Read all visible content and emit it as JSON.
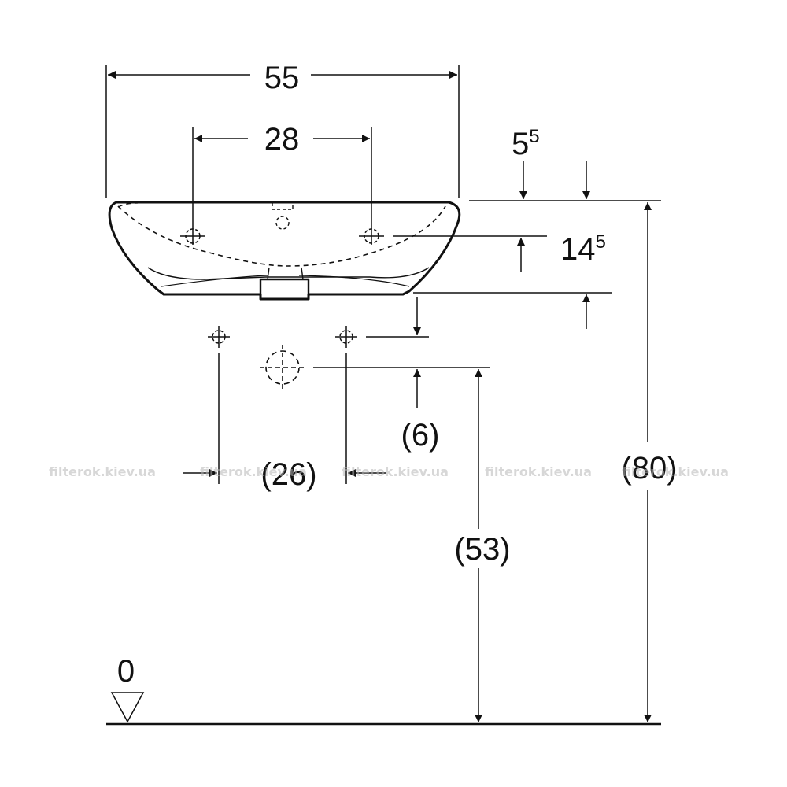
{
  "dimensions": {
    "width_total": "55",
    "tap_spacing": "28",
    "rim_thickness": {
      "base": "5",
      "sup": "5"
    },
    "bowl_depth": {
      "base": "14",
      "sup": "5"
    },
    "drain_offset": "(6)",
    "connection_spacing": "(26)",
    "drain_height": "(53)",
    "rim_height": "(80)",
    "floor_level": "0"
  },
  "watermark": {
    "text": "filterok.kiev.ua",
    "repeat": 5
  },
  "colors": {
    "line": "#111111",
    "background": "#ffffff",
    "watermark": "#b8b8b8"
  }
}
